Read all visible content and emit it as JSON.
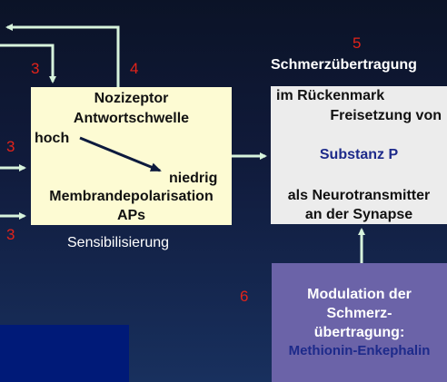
{
  "numbers": {
    "n3a": "3",
    "n3b": "3",
    "n3c": "3",
    "n4": "4",
    "n5": "5",
    "n6": "6"
  },
  "nozizeptor": {
    "title_line1": "Nozizeptor",
    "title_line2": "Antwortschwelle",
    "high": "hoch",
    "low": "niedrig",
    "line3": "Membrandepolarisation",
    "line4": "APs"
  },
  "sensibilisierung": "Sensibilisierung",
  "schmerz": {
    "heading": "Schmerzübertragung",
    "line1": "im Rückenmark",
    "line2": "Freisetzung von",
    "substance": "Substanz P",
    "line3": "als Neurotransmitter",
    "line4": "an der Synapse"
  },
  "modulation": {
    "line1": "Modulation der",
    "line2": "Schmerz-",
    "line3": "übertragung:",
    "line4": "Methionin-Enkephalin"
  },
  "colors": {
    "arrow": "#d7f3dc",
    "number_red": "#e2231a",
    "nozizeptor_box": "#fdfbd3",
    "schmerz_box": "#ececec",
    "modulation_box": "#6b63a8"
  }
}
